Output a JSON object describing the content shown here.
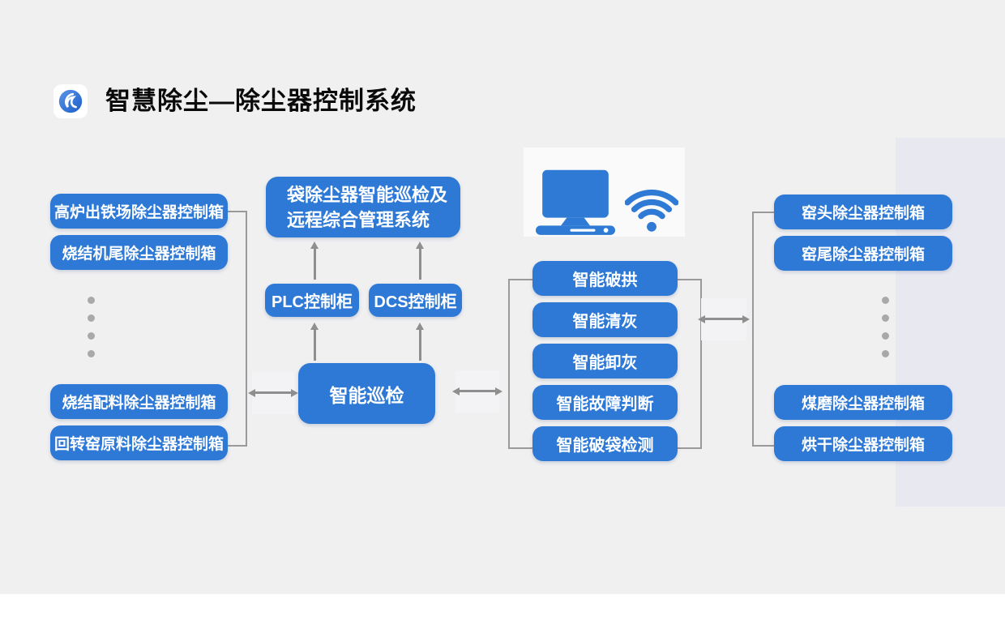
{
  "page": {
    "title": "智慧除尘—除尘器控制系统"
  },
  "colors": {
    "node_blue": "#2e79d6",
    "icon_blue": "#2e7ad4",
    "connector_gray": "#9a9a9a",
    "arrow_gray": "#8f8f8f",
    "dot_gray": "#a9a9a9",
    "background_gray": "#f0f0f1",
    "right_panel": "#e8e8f0",
    "computer_panel": "#fafafb",
    "title_color": "#0a0a0a"
  },
  "left_column": {
    "top": [
      "高炉出铁场除尘器控制箱",
      "烧结机尾除尘器控制箱"
    ],
    "bottom": [
      "烧结配料除尘器控制箱",
      "回转窑原料除尘器控制箱"
    ]
  },
  "center_column": {
    "management_system": "袋除尘器智能巡检及\n远程综合管理系统",
    "plc_cabinet": "PLC控制柜",
    "dcs_cabinet": "DCS控制柜",
    "smart_inspection": "智能巡检"
  },
  "function_column": {
    "items": [
      "智能破拱",
      "智能清灰",
      "智能卸灰",
      "智能故障判断",
      "智能破袋检测"
    ]
  },
  "right_column": {
    "top": [
      "窑头除尘器控制箱",
      "窑尾除尘器控制箱"
    ],
    "bottom": [
      "煤磨除尘器控制箱",
      "烘干除尘器控制箱"
    ]
  },
  "icons": {
    "logo": "swirl-logo",
    "computer": "computer-monitor",
    "wifi": "wifi-signal"
  }
}
